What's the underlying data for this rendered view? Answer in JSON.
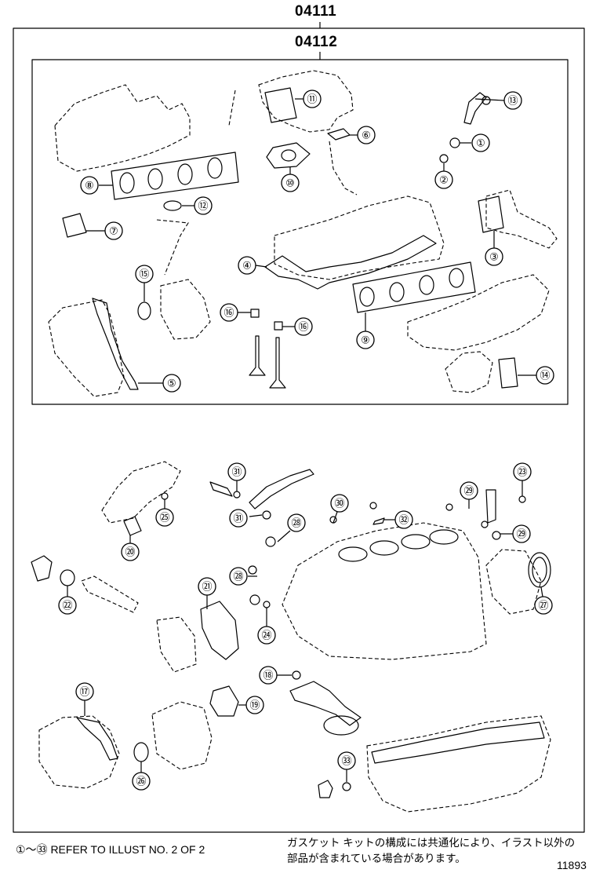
{
  "header": {
    "outer_kit_code": "04111",
    "inner_kit_code": "04112"
  },
  "callouts": [
    {
      "id": "1",
      "label": "①"
    },
    {
      "id": "2",
      "label": "②"
    },
    {
      "id": "3",
      "label": "③"
    },
    {
      "id": "4",
      "label": "④"
    },
    {
      "id": "5",
      "label": "⑤"
    },
    {
      "id": "6",
      "label": "⑥"
    },
    {
      "id": "7",
      "label": "⑦"
    },
    {
      "id": "8",
      "label": "⑧"
    },
    {
      "id": "9",
      "label": "⑨"
    },
    {
      "id": "10",
      "label": "⑩"
    },
    {
      "id": "11",
      "label": "⑪"
    },
    {
      "id": "12",
      "label": "⑫"
    },
    {
      "id": "13",
      "label": "⑬"
    },
    {
      "id": "14",
      "label": "⑭"
    },
    {
      "id": "15",
      "label": "⑮"
    },
    {
      "id": "16a",
      "label": "⑯"
    },
    {
      "id": "16b",
      "label": "⑯"
    },
    {
      "id": "17",
      "label": "⑰"
    },
    {
      "id": "18",
      "label": "⑱"
    },
    {
      "id": "19",
      "label": "⑲"
    },
    {
      "id": "20",
      "label": "⑳"
    },
    {
      "id": "21",
      "label": "㉑"
    },
    {
      "id": "22",
      "label": "㉒"
    },
    {
      "id": "23",
      "label": "㉓"
    },
    {
      "id": "24",
      "label": "㉔"
    },
    {
      "id": "25",
      "label": "㉕"
    },
    {
      "id": "26",
      "label": "㉖"
    },
    {
      "id": "27",
      "label": "㉗"
    },
    {
      "id": "28a",
      "label": "㉘"
    },
    {
      "id": "28b",
      "label": "㉘"
    },
    {
      "id": "29a",
      "label": "㉙"
    },
    {
      "id": "29b",
      "label": "㉙"
    },
    {
      "id": "30",
      "label": "㉚"
    },
    {
      "id": "31a",
      "label": "㉛"
    },
    {
      "id": "31b",
      "label": "㉛"
    },
    {
      "id": "32",
      "label": "㉜"
    },
    {
      "id": "33",
      "label": "㉝"
    }
  ],
  "footer": {
    "refer_note": "①～㉝ REFER TO ILLUST NO. 2 OF 2",
    "japanese_note_line1": "ガスケット キットの構成には共通化により、イラスト以外の",
    "japanese_note_line2": "部品が含まれている場合があります。",
    "illustration_number": "11893"
  }
}
